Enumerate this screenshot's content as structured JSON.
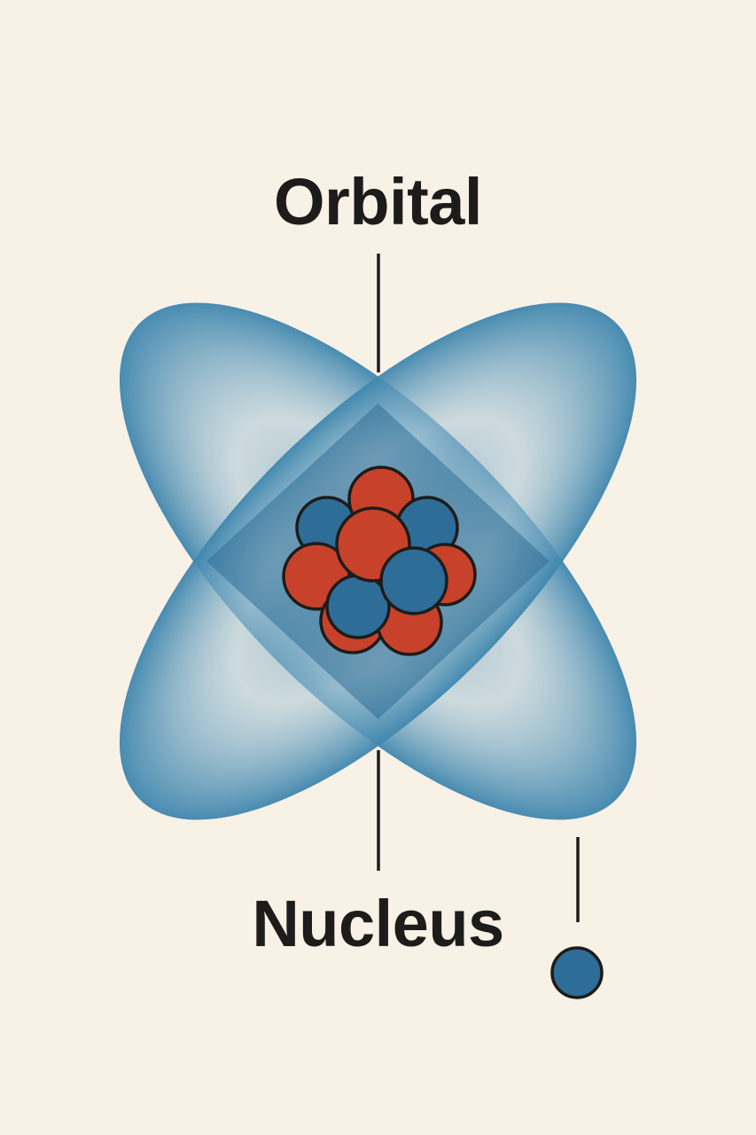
{
  "labels": {
    "top": "Orbital",
    "bottom": "Nucleus"
  },
  "nucleus": {
    "particles": [
      {
        "kind": "neutron"
      },
      {
        "kind": "proton"
      },
      {
        "kind": "neutron"
      },
      {
        "kind": "proton"
      },
      {
        "kind": "proton"
      },
      {
        "kind": "proton"
      },
      {
        "kind": "proton"
      },
      {
        "kind": "neutron"
      },
      {
        "kind": "proton"
      },
      {
        "kind": "neutron"
      }
    ]
  },
  "colors": {
    "background": "#f8f1e6",
    "orbital": "#3f86ae",
    "orbital_overlap": "#2f6f98",
    "proton": "#c8412a",
    "neutron": "#2d6d98",
    "outline": "#1d1c1a",
    "text": "#1d1c1a"
  }
}
